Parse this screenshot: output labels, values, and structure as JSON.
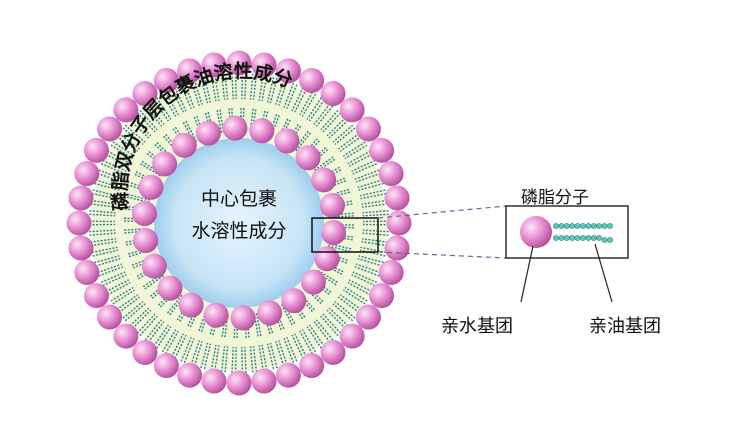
{
  "diagram": {
    "arc_label": "磷脂双分子层包裹油溶性成分",
    "center_label_line1": "中心包裹",
    "center_label_line2": "水溶性成分",
    "inset_title": "磷脂分子",
    "label_hydrophilic": "亲水基团",
    "label_lipophilic": "亲油基团"
  },
  "colors": {
    "head_fill": "#e88bd2",
    "head_shadow": "#b0479a",
    "core_fill": "#bfe0f5",
    "core_edge": "#86c0e6",
    "tail_color": "#2a7f86",
    "tail_dot": "#5fc7b8",
    "annulus_fill": "#f1f7d6",
    "text": "#111111",
    "dashed_line": "#7a5a9a"
  }
}
